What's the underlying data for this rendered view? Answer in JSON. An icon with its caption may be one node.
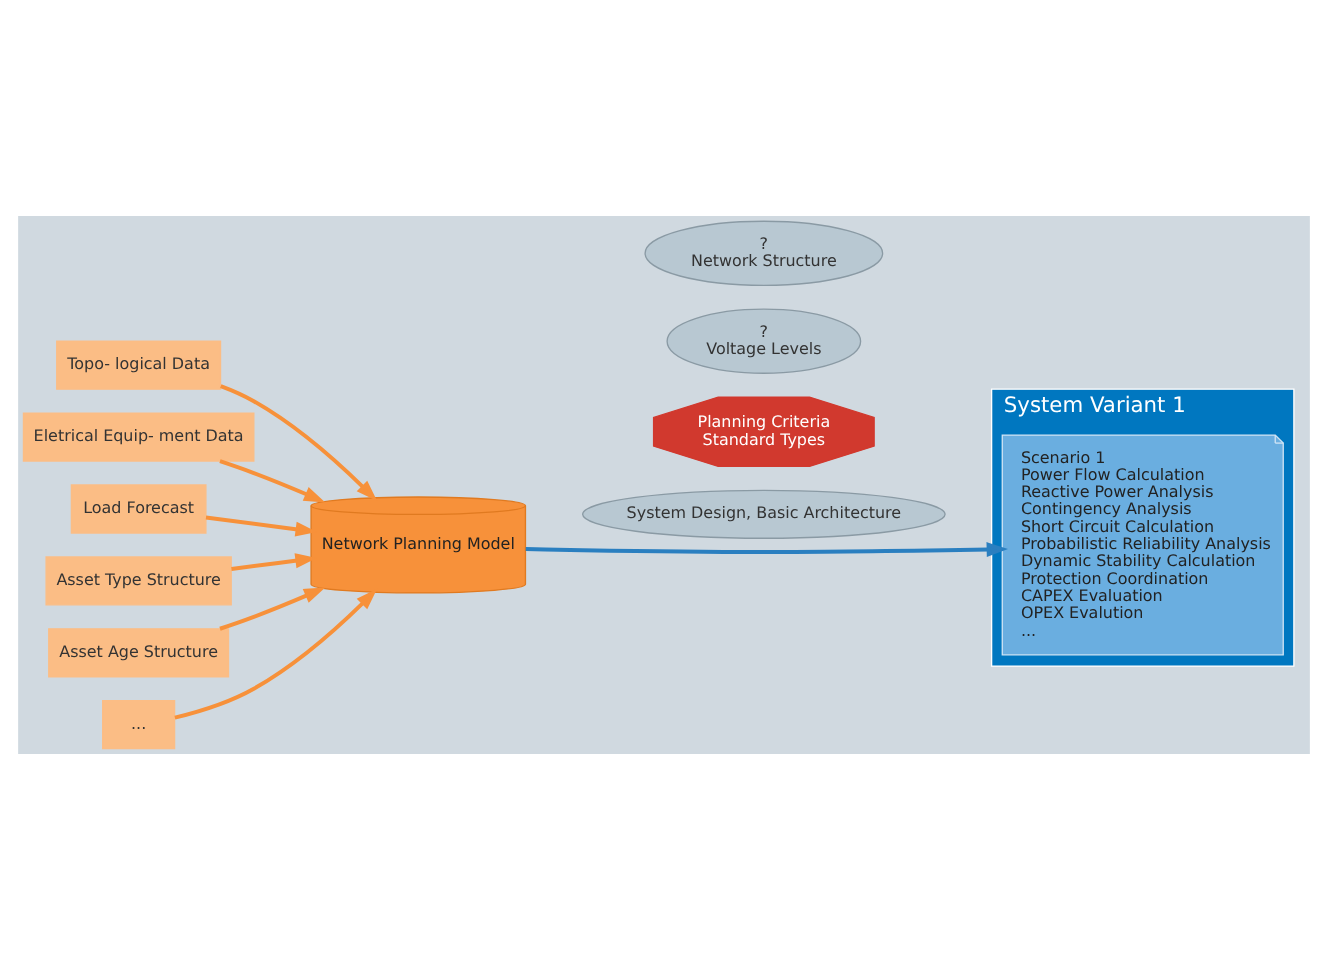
{
  "diagram": {
    "nodes": [
      {
        "text": [
          "Topo- logical Data"
        ]
      },
      {
        "text": [
          "Eletrical Equip- ment Data"
        ]
      },
      {
        "text": [
          "Load Forecast"
        ]
      },
      {
        "text": [
          "Asset Type Structure"
        ]
      },
      {
        "text": [
          "Network Planning Model"
        ]
      },
      {
        "text": [
          "Asset Age Structure"
        ]
      },
      {
        "text": [
          "..."
        ]
      },
      {
        "text": [
          "Planning Criteria",
          "Standard Types"
        ]
      },
      {
        "text": [
          "System Design, Basic Architecture"
        ]
      },
      {
        "text": [
          "?",
          "Voltage Levels"
        ]
      },
      {
        "text": [
          "?",
          "Network Structure"
        ]
      },
      {
        "text": [
          "System Variant 1"
        ]
      },
      {
        "text": [
          "Scenario 1",
          "Power Flow Calculation",
          "Reactive Power Analysis",
          "Contingency Analysis",
          "Short Circuit Calculation",
          "Probabilistic Reliability Analysis",
          "Dynamic Stability Calculation",
          "Protection Coordination",
          "CAPEX Evaluation",
          "OPEX Evalution",
          "..."
        ],
        "in": 11
      }
    ],
    "edges": [
      {
        "from": 0,
        "to": 4,
        "arrow": "to"
      },
      {
        "from": 1,
        "to": 4,
        "arrow": "to"
      },
      {
        "from": 2,
        "to": 4,
        "arrow": "to"
      },
      {
        "from": 3,
        "to": 4,
        "arrow": "to"
      },
      {
        "from": 5,
        "to": 4,
        "arrow": "to"
      },
      {
        "from": 6,
        "to": 4,
        "arrow": "to"
      },
      {
        "from": 4,
        "to": 12,
        "arrow": "to",
        "color": "#2a7fc0"
      }
    ]
  }
}
